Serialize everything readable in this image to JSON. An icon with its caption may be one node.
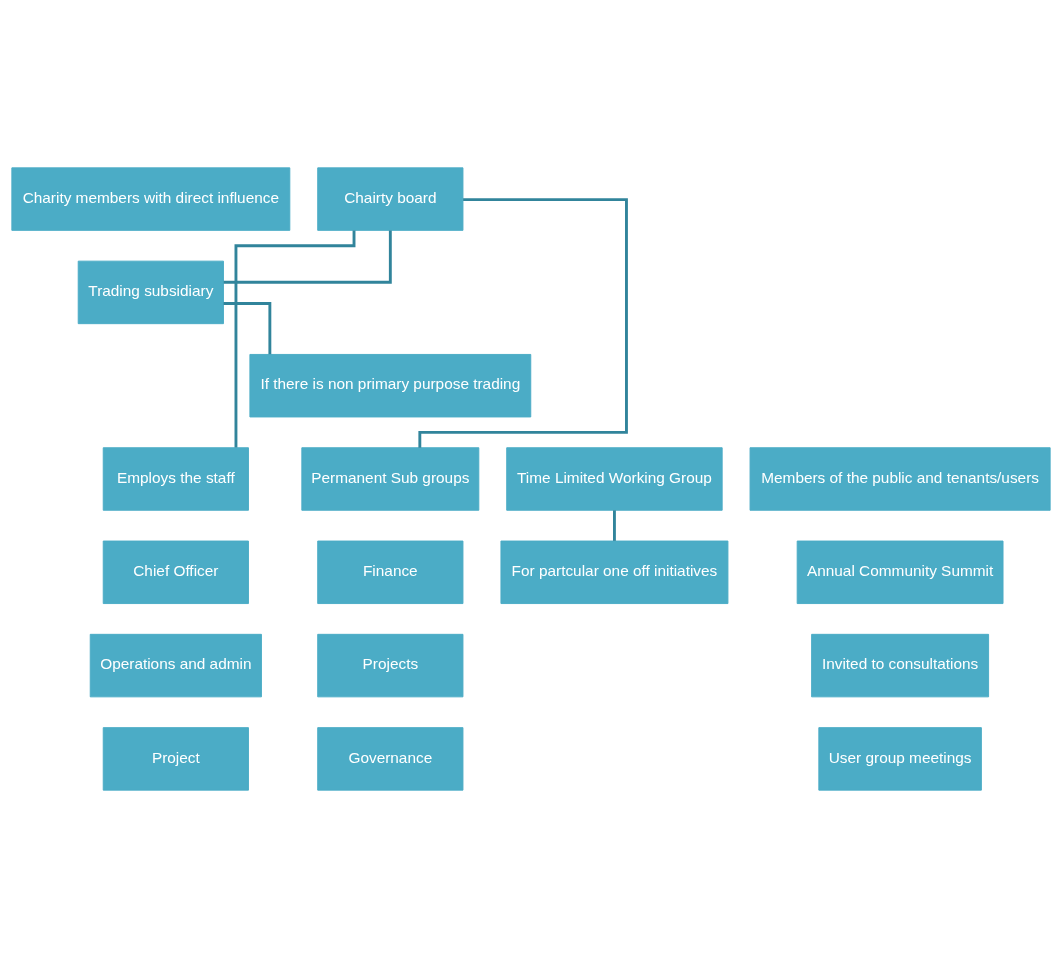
{
  "diagram": {
    "nodes": [
      {
        "text": [
          "Charity members with direct influence"
        ]
      },
      {
        "text": [
          "Chairty board"
        ]
      },
      {
        "text": [
          "Trading subsidiary"
        ]
      },
      {
        "text": [
          "If there is non primary purpose trading"
        ]
      },
      {
        "text": [
          "Employs the staff"
        ]
      },
      {
        "text": [
          "Permanent Sub groups"
        ]
      },
      {
        "text": [
          "Time Limited Working Group"
        ]
      },
      {
        "text": [
          "Members of the public and tenants/users"
        ]
      },
      {
        "text": [
          "Chief Officer"
        ]
      },
      {
        "text": [
          "Finance"
        ]
      },
      {
        "text": [
          "For partcular one off initiatives"
        ]
      },
      {
        "text": [
          "Annual Community Summit"
        ]
      },
      {
        "text": [
          "Operations and admin"
        ]
      },
      {
        "text": [
          "Projects"
        ]
      },
      {
        "text": [
          "Invited to consultations"
        ]
      },
      {
        "text": [
          "Project"
        ]
      },
      {
        "text": [
          "Governance"
        ]
      },
      {
        "text": [
          "User group meetings"
        ]
      }
    ],
    "edges": [
      {
        "from": 1,
        "to": 2,
        "arrow": "none"
      },
      {
        "from": 1,
        "to": 4,
        "arrow": "none"
      },
      {
        "from": 1,
        "to": 5,
        "arrow": "none"
      },
      {
        "from": 2,
        "to": 3,
        "arrow": "none"
      },
      {
        "from": 6,
        "to": 10,
        "arrow": "none"
      }
    ]
  }
}
